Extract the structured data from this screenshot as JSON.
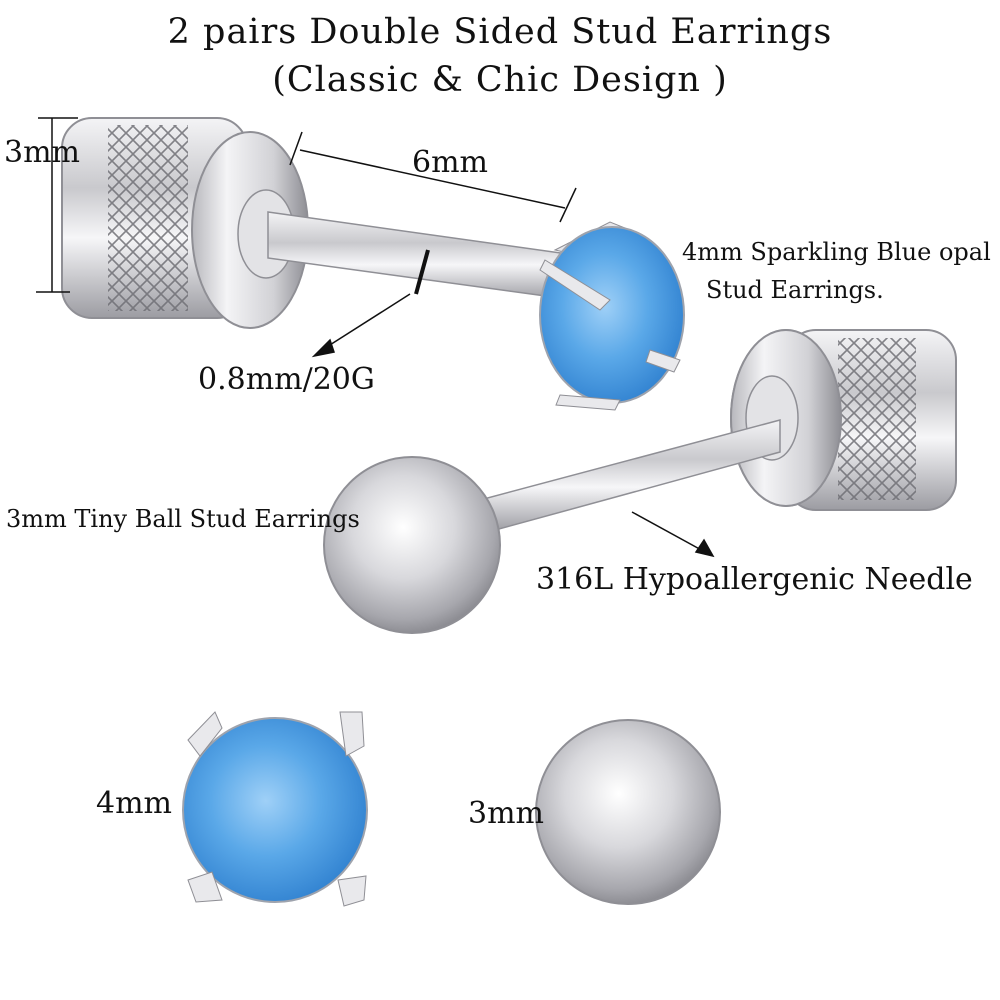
{
  "title": {
    "line1": "2 pairs Double Sided Stud Earrings",
    "line2": "(Classic & Chic Design )"
  },
  "labels": {
    "back_height": "3mm",
    "bar_length": "6mm",
    "opal_desc_line1": "4mm Sparkling Blue opal",
    "opal_desc_line2": "Stud Earrings.",
    "gauge": "0.8mm/20G",
    "ball_desc": "3mm Tiny Ball Stud Earrings",
    "needle": "316L Hypoallergenic Needle",
    "opal_size": "4mm",
    "ball_size": "3mm"
  },
  "colors": {
    "opal": "#5aa8e8",
    "metal": "#d8d8dc",
    "text": "#111111"
  }
}
